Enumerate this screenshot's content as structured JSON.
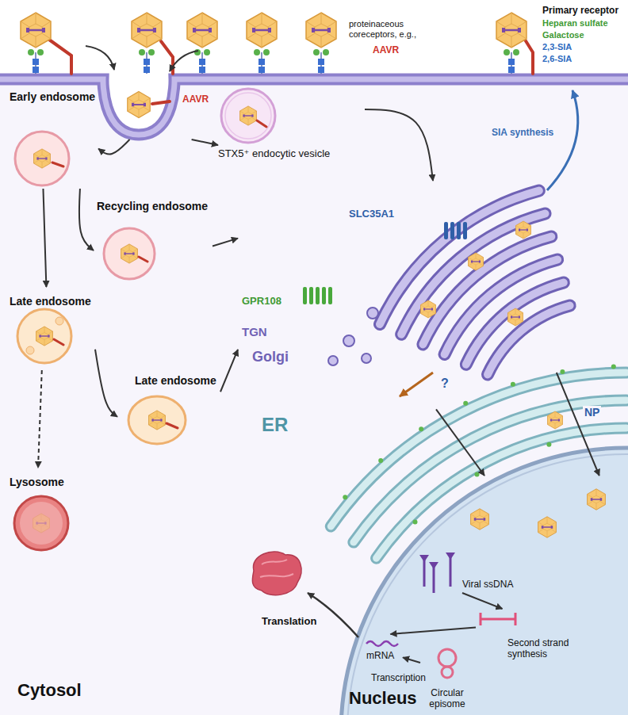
{
  "diagram": {
    "nodes": [
      {
        "text": [
          "AAVR"
        ]
      },
      {
        "text": [
          "Early endosome"
        ]
      },
      {
        "text": [
          "STX5⁺ endocytic vesicle"
        ]
      },
      {
        "text": [
          "Recycling endosome"
        ]
      },
      {
        "text": [
          "Late endosome"
        ]
      },
      {
        "text": [
          "Late endosome"
        ]
      },
      {
        "text": [
          "Lysosome"
        ]
      },
      {
        "text": [
          "GPR108",
          "SLC35A1",
          "TGN",
          "Golgi"
        ]
      },
      {
        "text": [
          "ER"
        ]
      },
      {
        "text": [
          "Nucleus"
        ]
      },
      {
        "text": [
          "Viral ssDNA"
        ],
        "in": 9
      },
      {
        "text": [
          "Second strand synthesis"
        ],
        "in": 9
      },
      {
        "text": [
          "Circular episome"
        ],
        "in": 9
      },
      {
        "text": [
          "mRNA"
        ],
        "in": 9
      }
    ],
    "edges": [
      {
        "from": 0,
        "to": 1,
        "arrow": "to"
      },
      {
        "from": 0,
        "to": 2,
        "arrow": "to"
      },
      {
        "from": 1,
        "to": 3,
        "arrow": "to"
      },
      {
        "from": 1,
        "to": 4,
        "arrow": "to"
      },
      {
        "from": 4,
        "to": 6,
        "arrow": "to"
      },
      {
        "from": 4,
        "to": 5,
        "arrow": "to"
      },
      {
        "from": 3,
        "to": 7,
        "arrow": "to"
      },
      {
        "from": 5,
        "to": 7,
        "arrow": "to"
      },
      {
        "from": 2,
        "to": 7,
        "arrow": "to"
      },
      {
        "from": 7,
        "to": 8,
        "arrow": "to"
      },
      {
        "from": 7,
        "to": 9,
        "arrow": "to"
      },
      {
        "from": 8,
        "to": 9,
        "arrow": "to"
      },
      {
        "from": 10,
        "to": 11,
        "arrow": "to"
      },
      {
        "from": 11,
        "to": 13,
        "arrow": "to"
      },
      {
        "from": 12,
        "to": 13,
        "arrow": "to"
      }
    ],
    "labels": [
      "Primary receptor",
      "Heparan sulfate",
      "Galactose",
      "2,3-SIA",
      "2,6-SIA",
      "proteinaceous coreceptors, e.g.,",
      "AAVR",
      "SIA synthesis",
      "?",
      "NP",
      "Transcription",
      "Translation",
      "Cytosol"
    ]
  }
}
